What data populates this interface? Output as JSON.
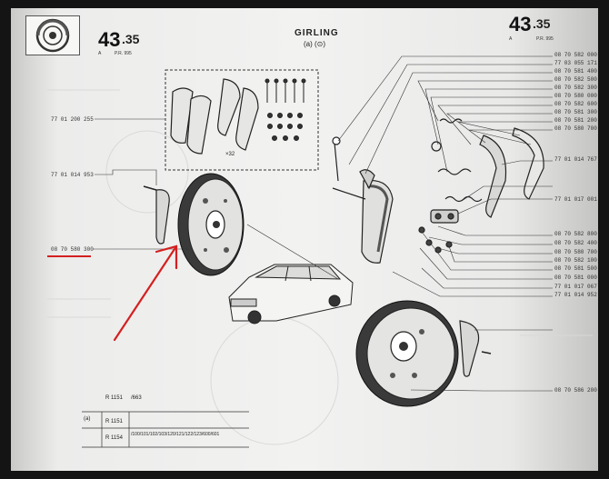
{
  "header": {
    "left_page": "43",
    "left_sub": ".35",
    "left_tag_a": "A",
    "left_tag_pr": "P.R. 995",
    "title": "GIRLING",
    "title_sub": "(a) (⊙)",
    "right_page": "43",
    "right_sub": ".35",
    "right_tag_a": "A",
    "right_tag_pr": "P.R. 995"
  },
  "refs_left": [
    "77 01 200 255",
    "77 01 014 953",
    "08 70 580 300"
  ],
  "refs_right": [
    "08 70 582 000",
    "77 03 055 171",
    "08 70 581 400",
    "08 70 582 500",
    "08 70 582 300",
    "08 70 580 000",
    "08 70 582 600",
    "08 70 581 300",
    "08 70 581 200",
    "08 70 580 700",
    "77 01 014 767",
    "77 01 017 001",
    "08 70 582 800",
    "08 70 582 400",
    "08 70 580 700",
    "08 70 582 100",
    "08 70 581 500",
    "08 70 581 000",
    "77 01 017 067",
    "77 01 014 952",
    "08 70 586 200"
  ],
  "kit_label": "×32",
  "apptable": {
    "a_label": "(a)",
    "row1_model": "R 1151",
    "row1_codes": "/663",
    "row2_model": "R 1151",
    "row3_model": "R 1154",
    "row3_codes": "/100/101/102/103/120/121/122/123/600/601"
  },
  "colors": {
    "highlight": "#d42020",
    "ink": "#222222",
    "paper": "#f0f0ee"
  }
}
